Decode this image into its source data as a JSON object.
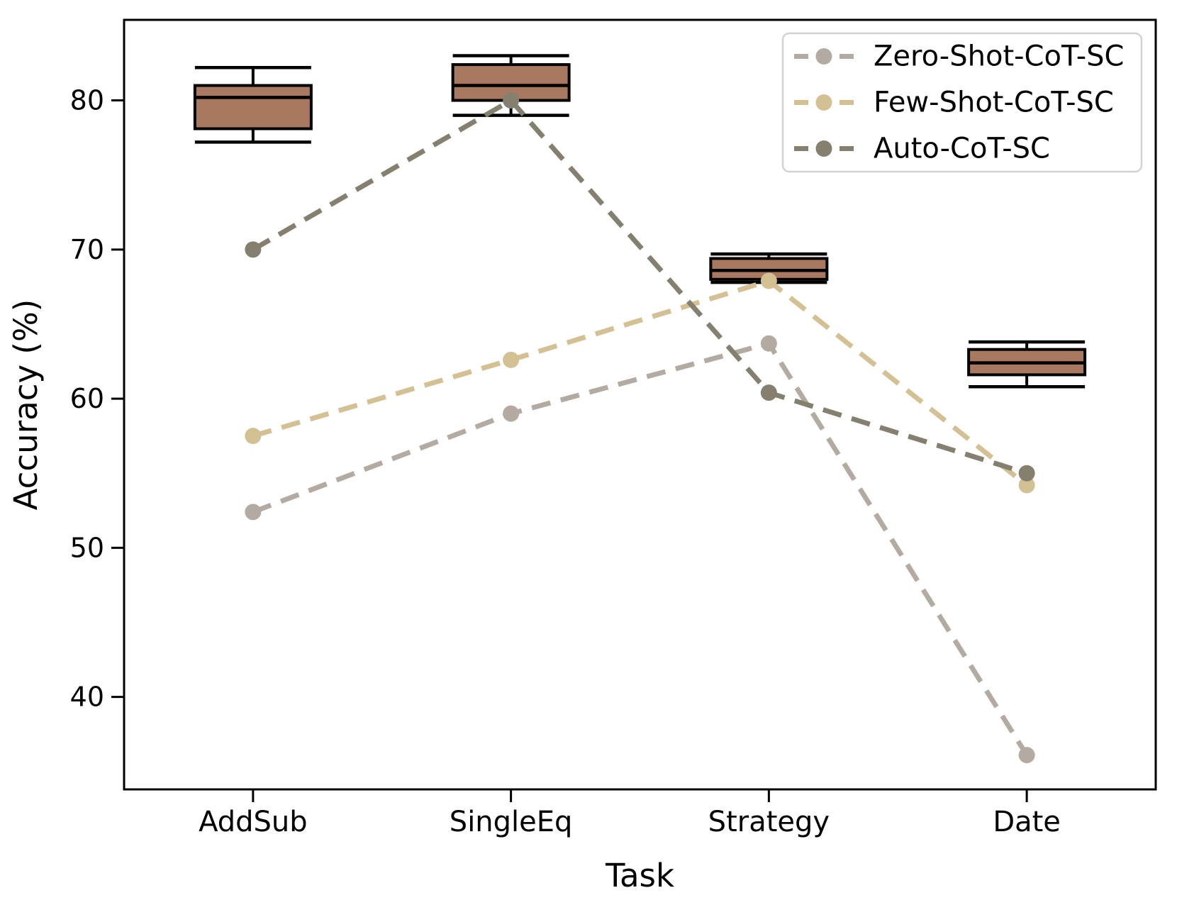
{
  "figure": {
    "background": "#ffffff",
    "axis_color": "#000000"
  },
  "chart_data": {
    "type": "box+line",
    "title": "",
    "xlabel": "Task",
    "ylabel": "Accuracy (%)",
    "categories": [
      "AddSub",
      "SingleEq",
      "Strategy",
      "Date"
    ],
    "yticks": [
      40,
      50,
      60,
      70,
      80
    ],
    "ylim": [
      33.8,
      85.4
    ],
    "grid": false,
    "legend_position": "upper right",
    "legend_entries": [
      "Zero-Shot-CoT-SC",
      "Few-Shot-CoT-SC",
      "Auto-CoT-SC"
    ],
    "box_style": {
      "fill": "#a87861",
      "edge": "#000000"
    },
    "boxplots": [
      {
        "category": "AddSub",
        "whisker_low": 77.2,
        "q1": 78.1,
        "median": 80.2,
        "q3": 81.0,
        "whisker_high": 82.2
      },
      {
        "category": "SingleEq",
        "whisker_low": 79.0,
        "q1": 80.0,
        "median": 81.0,
        "q3": 82.4,
        "whisker_high": 83.0
      },
      {
        "category": "Strategy",
        "whisker_low": 67.8,
        "q1": 68.0,
        "median": 68.6,
        "q3": 69.4,
        "whisker_high": 69.7
      },
      {
        "category": "Date",
        "whisker_low": 60.8,
        "q1": 61.6,
        "median": 62.4,
        "q3": 63.3,
        "whisker_high": 63.8
      }
    ],
    "series": [
      {
        "name": "Zero-Shot-CoT-SC",
        "color": "#b3aba2",
        "style": "dashed",
        "marker": "circle",
        "values": [
          52.4,
          59.0,
          63.7,
          36.1
        ]
      },
      {
        "name": "Few-Shot-CoT-SC",
        "color": "#d3c194",
        "style": "dashed",
        "marker": "circle",
        "values": [
          57.5,
          62.6,
          67.9,
          54.2
        ]
      },
      {
        "name": "Auto-CoT-SC",
        "color": "#847f6e",
        "style": "dashed",
        "marker": "circle",
        "values": [
          70.0,
          80.0,
          60.4,
          55.0
        ]
      }
    ]
  }
}
